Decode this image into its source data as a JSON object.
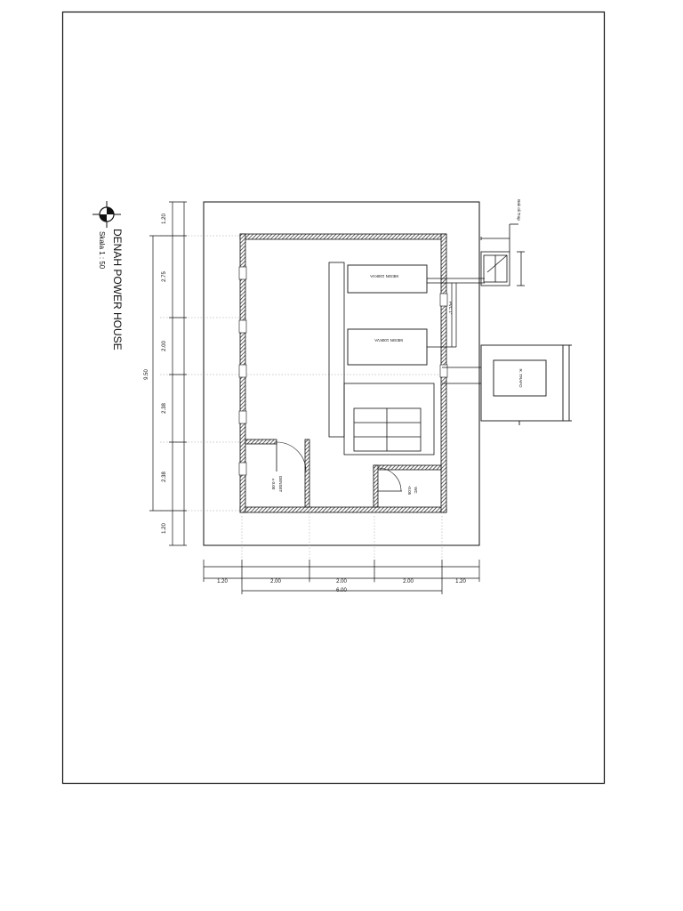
{
  "title": {
    "name": "DENAH POWER HOUSE",
    "scale": "Skala 1 : 50"
  },
  "rooms": {
    "machine_1": "MESIN 100KVA",
    "machine_2": "MESIN 100KVA",
    "trafo": "R. TRAFO",
    "genset": "GENSET",
    "genset_level": "± 0.00",
    "wc": "WC",
    "wc_level": "-0.05",
    "pipe": "PVC 1\"",
    "septic": "Bak oli Trap"
  },
  "dims_bottom": {
    "segments": [
      "1.20",
      "2.00",
      "2.00",
      "2.00",
      "1.20"
    ],
    "total": "6.00"
  },
  "dims_left": {
    "segments": [
      "1.20",
      "2.75",
      "2.00",
      "2.38",
      "2.38",
      "1.20"
    ],
    "total": "9.50"
  },
  "colors": {
    "line": "#111111",
    "wall": "#222222",
    "guide": "#9a9a9a",
    "paper": "#ffffff"
  }
}
